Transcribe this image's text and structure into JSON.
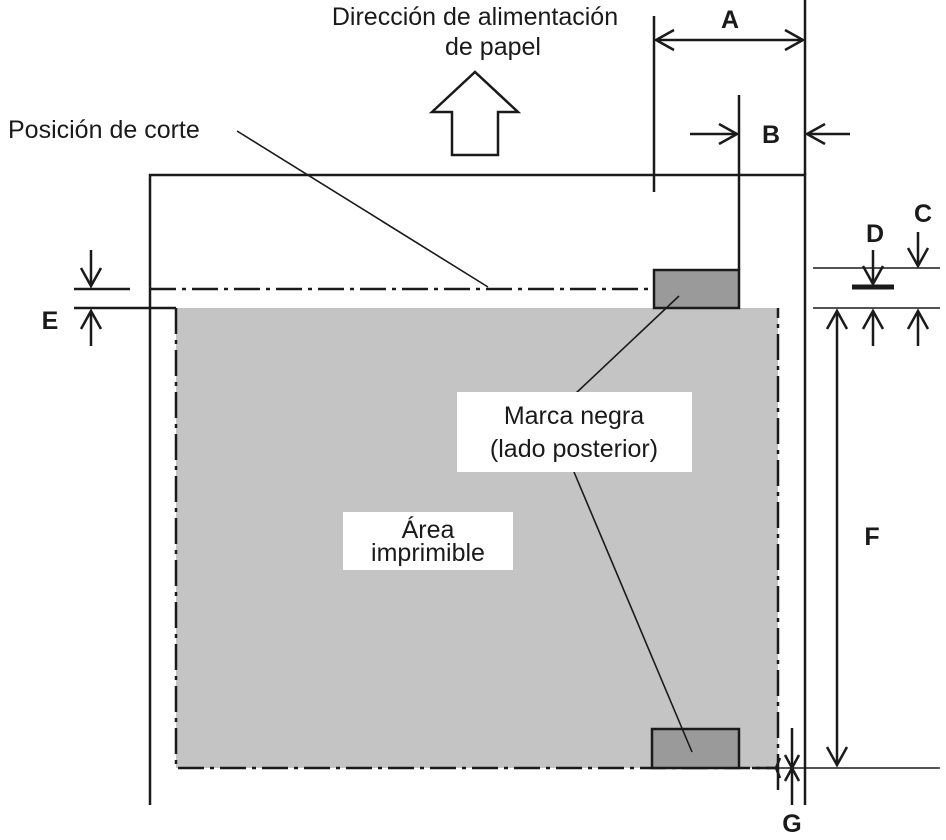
{
  "labels": {
    "feed_direction_line1": "Dirección de alimentación",
    "feed_direction_line2": "de papel",
    "cut_position": "Posición de corte",
    "black_mark_line1": "Marca negra",
    "black_mark_line2": "(lado posterior)",
    "printable_area_line1": "Área",
    "printable_area_line2": "imprimible"
  },
  "dimensions": [
    "A",
    "B",
    "C",
    "D",
    "E",
    "F",
    "G"
  ],
  "colors": {
    "line": "#1a1a1a",
    "printable_area": "#c4c4c4",
    "black_mark": "#9a9a9a",
    "background": "#ffffff"
  }
}
